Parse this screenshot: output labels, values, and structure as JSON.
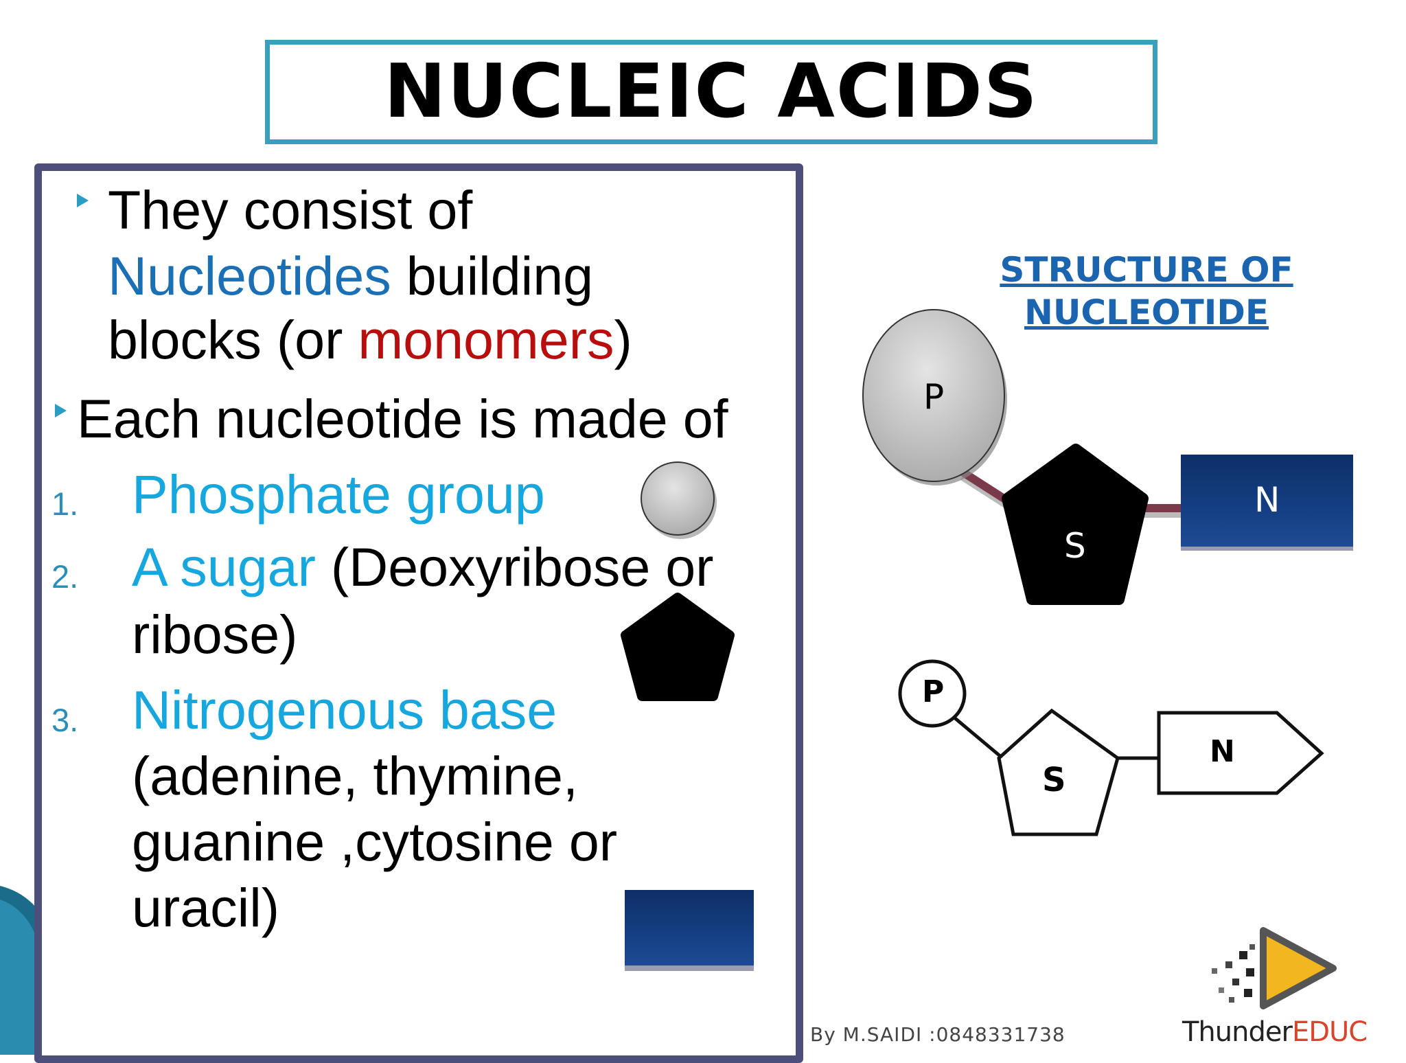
{
  "title": "NUCLEIC ACIDS",
  "bullets": {
    "first": {
      "line1": "They consist of",
      "line2_term": "Nucleotides",
      "line2_rest": " building",
      "line3_start": "blocks (or ",
      "line3_term": "monomers",
      "line3_end": ")"
    },
    "second": "Each nucleotide is made of"
  },
  "components": [
    {
      "number": "1.",
      "term": "Phosphate group",
      "detail_lines": [],
      "icon": "circle-icon"
    },
    {
      "number": "2.",
      "term": "A sugar",
      "detail_first": " (Deoxyribose or",
      "detail_lines": [
        "ribose)"
      ],
      "icon": "pentagon-icon"
    },
    {
      "number": "3.",
      "term": "Nitrogenous base",
      "detail_lines": [
        "(adenine, thymine,",
        "guanine ,cytosine or",
        "uracil)"
      ],
      "icon": "rectangle-icon"
    }
  ],
  "diagram": {
    "heading_line1": "STRUCTURE OF",
    "heading_line2": "NUCLEOTIDE ",
    "labels": {
      "phosphate": "P",
      "sugar": "S",
      "base": "N"
    }
  },
  "footer": {
    "credit": "By M.SAIDI :0848331738",
    "logo_part1": "Thunder",
    "logo_part2": "EDUC"
  },
  "colors": {
    "title_border": "#3a9fbd",
    "content_border": "#4b4f7a",
    "term_blue": "#1a6fb5",
    "term_red": "#b80e0e",
    "term_cyan": "#15a7de",
    "base_navy": "#0f3a78",
    "link_maroon": "#7a3a4a"
  }
}
